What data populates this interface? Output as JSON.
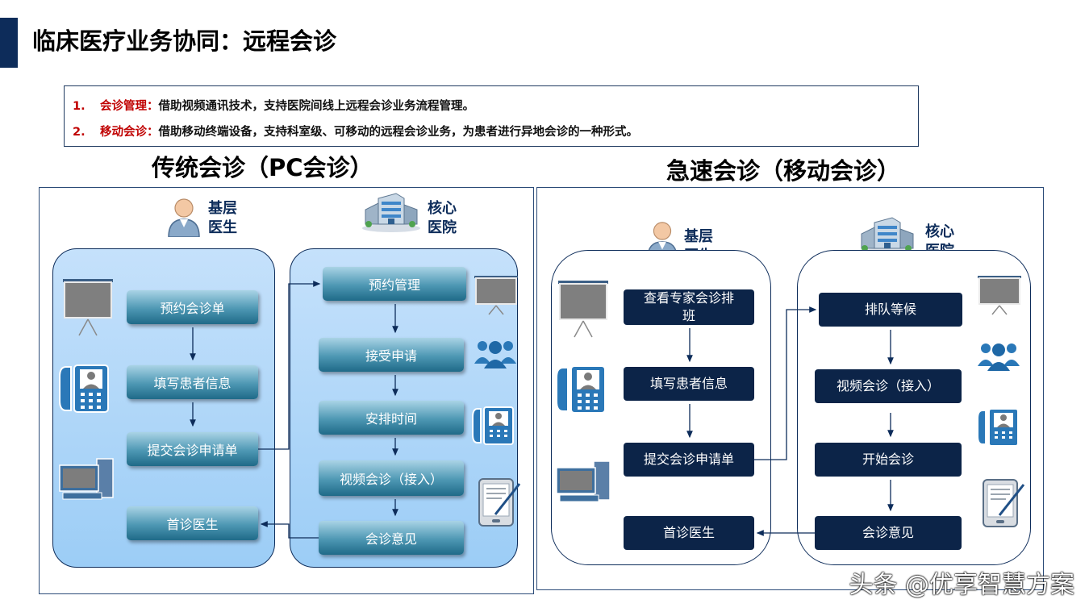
{
  "page_title": "临床医疗业务协同：远程会诊",
  "intro": [
    {
      "num": "1.",
      "keyword": "会诊管理",
      "text": "借助视频通讯技术，支持医院间线上远程会诊业务流程管理。"
    },
    {
      "num": "2.",
      "keyword": "移动会诊",
      "text": "借助移动终端设备，支持科室级、可移动的远程会诊业务，为患者进行异地会诊的一种形式。"
    }
  ],
  "traditional": {
    "title": "传统会诊（PC会诊）",
    "primary_label": "基层\n医生",
    "core_label": "核心\n医院",
    "primary_steps": [
      "预约会诊单",
      "填写患者信息",
      "提交会诊申请单",
      "首诊医生"
    ],
    "core_steps": [
      "预约管理",
      "接受申请",
      "安排时间",
      "视频会诊（接入）",
      "会诊意见"
    ]
  },
  "rapid": {
    "title": "急速会诊（移动会诊）",
    "primary_label": "基层\n医生",
    "core_label": "核心\n医院",
    "primary_steps": [
      "查看专家会诊排\n班",
      "填写患者信息",
      "提交会诊申请单",
      "首诊医生"
    ],
    "core_steps": [
      "排队等候",
      "视频会诊（接入）",
      "开始会诊",
      "会诊意见"
    ]
  },
  "watermark": "头条 @优享智慧方案",
  "colors": {
    "navy": "#0c2448",
    "accent": "#0d2c5a",
    "keyword_red": "#c00000"
  }
}
